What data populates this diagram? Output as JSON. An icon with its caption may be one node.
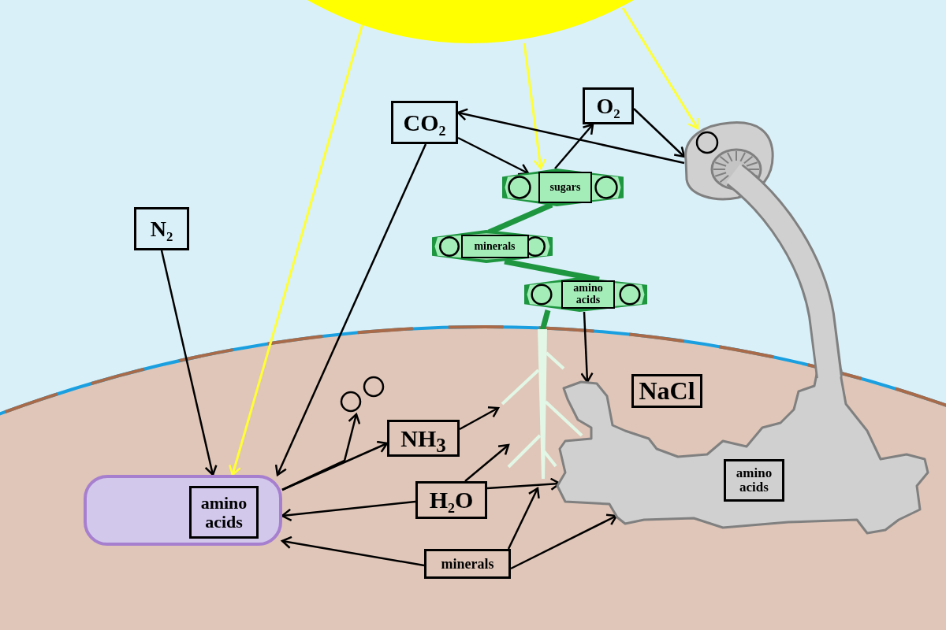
{
  "diagram": {
    "nodes": [
      {
        "text": [],
        "shape": "circle"
      },
      {
        "text": [
          "CO₂"
        ]
      },
      {
        "text": [
          "O₂"
        ]
      },
      {
        "text": [
          "N₂"
        ]
      },
      {
        "text": [
          "sugars"
        ]
      },
      {
        "text": [
          "minerals"
        ]
      },
      {
        "text": [
          "amino acids"
        ]
      },
      {
        "text": [],
        "shape": "picture"
      },
      {
        "text": [
          "amino acids"
        ]
      },
      {
        "text": [
          "NaCl"
        ]
      },
      {
        "text": [],
        "shape": "circle"
      },
      {
        "text": [],
        "shape": "circle"
      },
      {
        "text": [],
        "shape": "picture"
      },
      {
        "text": [
          "NH$_{3}$"
        ]
      },
      {
        "text": [
          "amino acids"
        ]
      },
      {
        "text": [
          "H₂O"
        ]
      },
      {
        "text": [
          "minerals"
        ]
      }
    ],
    "edges": [
      {
        "from": 0,
        "to": 14,
        "arrow": "to",
        "color": "#ffff33"
      },
      {
        "from": 0,
        "to": 4,
        "arrow": "to",
        "color": "#ffff33"
      },
      {
        "from": 0,
        "to": 7,
        "arrow": "to",
        "color": "#ffff33"
      },
      {
        "from": 3,
        "to": 14,
        "arrow": "to"
      },
      {
        "from": 1,
        "to": 14,
        "arrow": "to"
      },
      {
        "from": 1,
        "to": 4,
        "arrow": "to"
      },
      {
        "from": 7,
        "to": 1,
        "arrow": "to"
      },
      {
        "from": 4,
        "to": 2,
        "arrow": "to"
      },
      {
        "from": 2,
        "to": 7,
        "arrow": "to"
      },
      {
        "from": 4,
        "to": 5,
        "arrow": "none",
        "style": "thick",
        "color": "#1e9640"
      },
      {
        "from": 5,
        "to": 6,
        "arrow": "none",
        "style": "thick",
        "color": "#1e9640"
      },
      {
        "from": 6,
        "to": 12,
        "arrow": "none",
        "style": "thick",
        "color": "#1e9640"
      },
      {
        "from": 6,
        "to": 8,
        "arrow": "to"
      },
      {
        "from": 14,
        "to": 13,
        "arrow": "to"
      },
      {
        "from": 14,
        "to": 10,
        "arrow": "to"
      },
      {
        "from": 13,
        "to": 12,
        "arrow": "to"
      },
      {
        "from": 15,
        "to": 14,
        "arrow": "to"
      },
      {
        "from": 15,
        "to": 12,
        "arrow": "to"
      },
      {
        "from": 15,
        "to": 8,
        "arrow": "to"
      },
      {
        "from": 16,
        "to": 14,
        "arrow": "to"
      },
      {
        "from": 16,
        "to": 12,
        "arrow": "to"
      },
      {
        "from": 16,
        "to": 8,
        "arrow": "to"
      }
    ]
  }
}
